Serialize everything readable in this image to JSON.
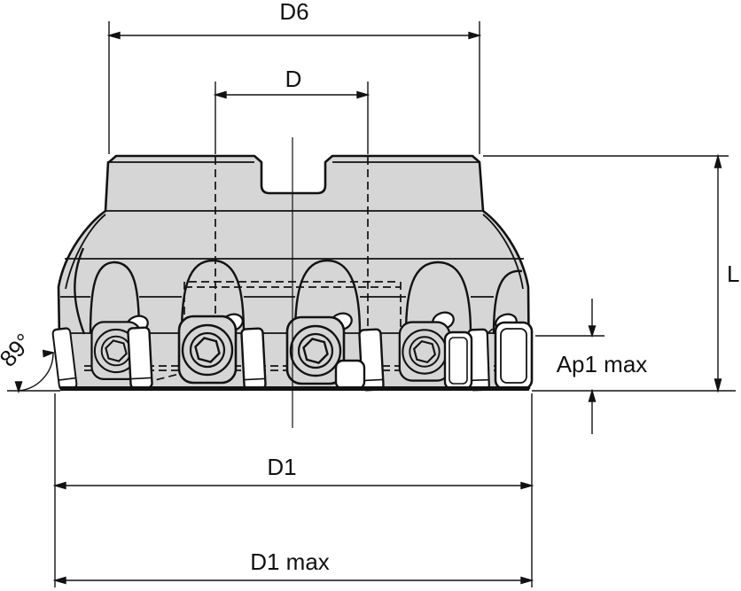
{
  "labels": {
    "d6": "D6",
    "d": "D",
    "l": "L",
    "ap1_max": "Ap1 max",
    "d1": "D1",
    "d1_max": "D1 max",
    "lead_angle": "89°"
  },
  "colors": {
    "body_fill": "#d6d6d6",
    "insert_fill": "#ffffff",
    "line": "#121212",
    "background": "#ffffff"
  }
}
